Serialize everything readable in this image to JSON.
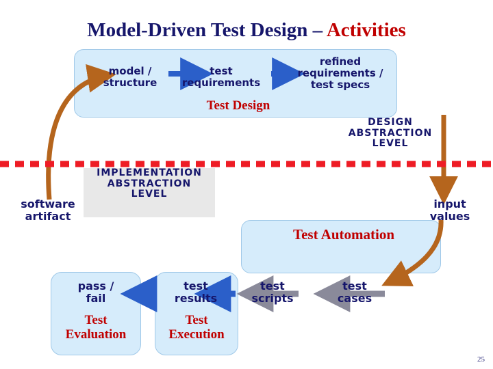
{
  "slide": {
    "title_main": "Model-Driven Test Design ",
    "title_sep": "– ",
    "title_accent": "Activities",
    "page_number": "25"
  },
  "colors": {
    "title_navy": "#16166b",
    "title_red": "#c00000",
    "box_fill": "#d6ecfb",
    "box_stroke": "#9fc8e8",
    "arrow_blue": "#2b5fc9",
    "arrow_brown": "#b5651d",
    "arrow_gray": "#8a8a9a",
    "divider_red": "#ee1c25",
    "band_gray": "#e8e8e8"
  },
  "diagram": {
    "nodes": {
      "model_structure": "model /\nstructure",
      "test_requirements": "test\nrequirements",
      "refined_requirements": "refined\nrequirements /\ntest specs",
      "test_design": "Test Design",
      "design_abstraction_level": "DESIGN\nABSTRACTION\nLEVEL",
      "implementation_abstraction_level": "IMPLEMENTATION\nABSTRACTION\nLEVEL",
      "software_artifact": "software\nartifact",
      "input_values": "input\nvalues",
      "test_automation": "Test Automation",
      "pass_fail": "pass /\nfail",
      "test_evaluation": "Test\nEvaluation",
      "test_results": "test\nresults",
      "test_execution": "Test\nExecution",
      "test_scripts": "test\nscripts",
      "test_cases": "test\ncases"
    }
  }
}
